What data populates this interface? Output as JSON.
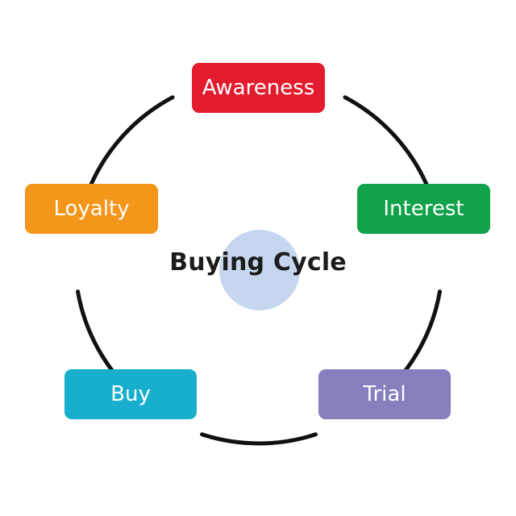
{
  "diagram": {
    "center_label": "Buying Cycle",
    "center_color": "#c7d6ef",
    "ring_color": "#111111",
    "stages": [
      {
        "key": "awareness",
        "label": "Awareness",
        "color": "#e31b2e"
      },
      {
        "key": "interest",
        "label": "Interest",
        "color": "#10a34a"
      },
      {
        "key": "trial",
        "label": "Trial",
        "color": "#857fbd"
      },
      {
        "key": "buy",
        "label": "Buy",
        "color": "#18aecd"
      },
      {
        "key": "loyalty",
        "label": "Loyalty",
        "color": "#f3961a"
      }
    ]
  }
}
